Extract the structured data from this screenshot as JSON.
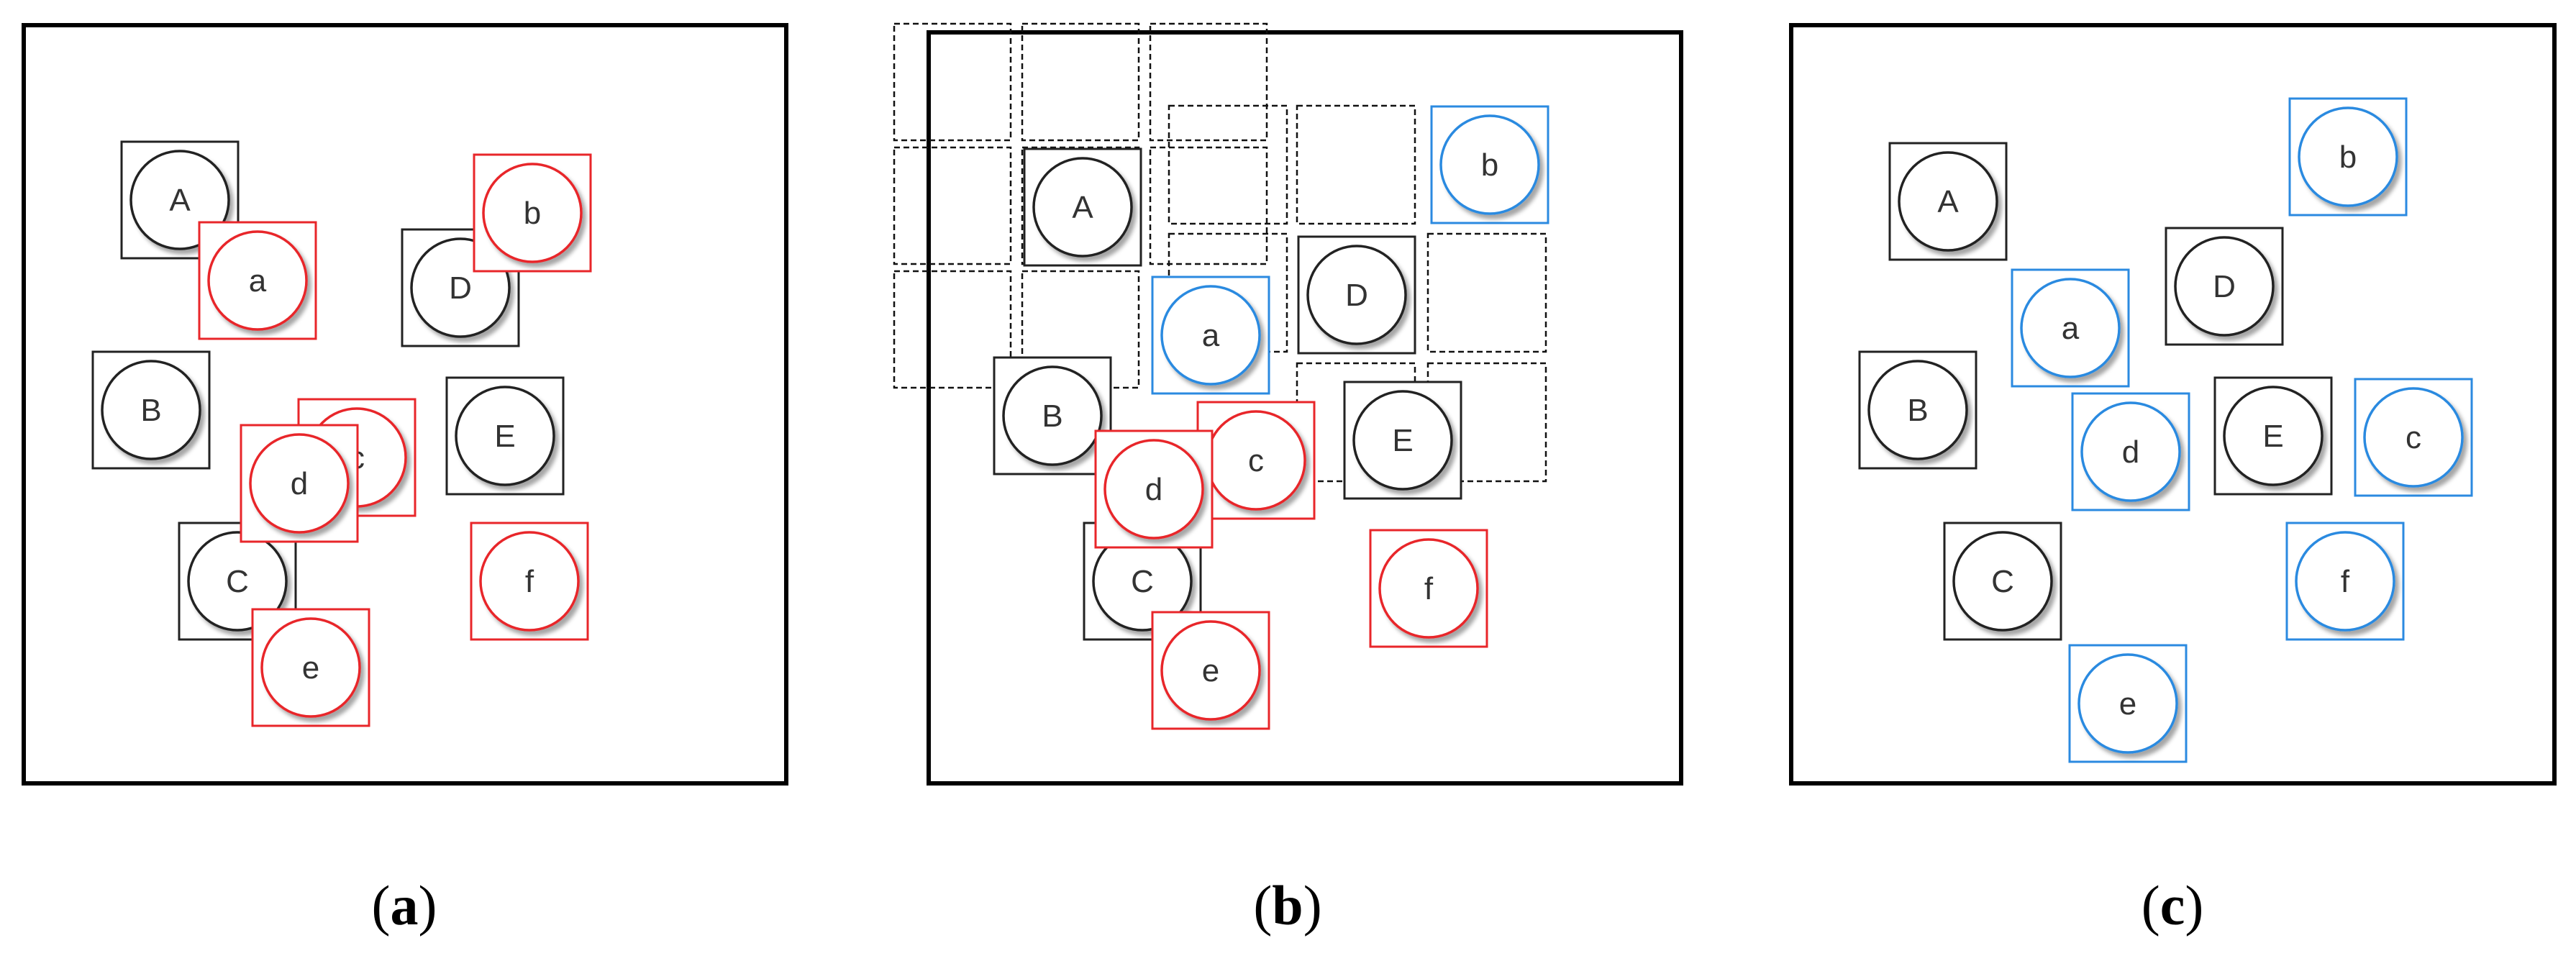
{
  "panels": [
    {
      "id": "a",
      "caption_open": "(",
      "caption_letter": "a",
      "caption_close": ")",
      "nodes": [
        {
          "label": "A",
          "state": "placed"
        },
        {
          "label": "D",
          "state": "placed"
        },
        {
          "label": "B",
          "state": "placed"
        },
        {
          "label": "E",
          "state": "placed"
        },
        {
          "label": "C",
          "state": "placed"
        },
        {
          "label": "a",
          "state": "overlap"
        },
        {
          "label": "b",
          "state": "overlap"
        },
        {
          "label": "c",
          "state": "overlap"
        },
        {
          "label": "d",
          "state": "overlap"
        },
        {
          "label": "f",
          "state": "overlap"
        },
        {
          "label": "e",
          "state": "overlap"
        }
      ]
    },
    {
      "id": "b",
      "caption_open": "(",
      "caption_letter": "b",
      "caption_close": ")",
      "nodes": [
        {
          "label": "A",
          "state": "placed"
        },
        {
          "label": "D",
          "state": "placed"
        },
        {
          "label": "B",
          "state": "placed"
        },
        {
          "label": "E",
          "state": "placed"
        },
        {
          "label": "C",
          "state": "placed"
        },
        {
          "label": "b",
          "state": "resolved"
        },
        {
          "label": "a",
          "state": "resolved"
        },
        {
          "label": "c",
          "state": "overlap"
        },
        {
          "label": "d",
          "state": "overlap"
        },
        {
          "label": "f",
          "state": "overlap"
        },
        {
          "label": "e",
          "state": "overlap"
        }
      ]
    },
    {
      "id": "c",
      "caption_open": "(",
      "caption_letter": "c",
      "caption_close": ")",
      "nodes": [
        {
          "label": "A",
          "state": "placed"
        },
        {
          "label": "D",
          "state": "placed"
        },
        {
          "label": "B",
          "state": "placed"
        },
        {
          "label": "E",
          "state": "placed"
        },
        {
          "label": "C",
          "state": "placed"
        },
        {
          "label": "b",
          "state": "resolved"
        },
        {
          "label": "a",
          "state": "resolved"
        },
        {
          "label": "d",
          "state": "resolved"
        },
        {
          "label": "c",
          "state": "resolved"
        },
        {
          "label": "f",
          "state": "resolved"
        },
        {
          "label": "e",
          "state": "resolved"
        }
      ]
    }
  ],
  "colors": {
    "placed": "#222222",
    "overlap": "#e8262a",
    "resolved": "#2b8ae0",
    "candidate": "#111111",
    "frame": "#000000"
  }
}
